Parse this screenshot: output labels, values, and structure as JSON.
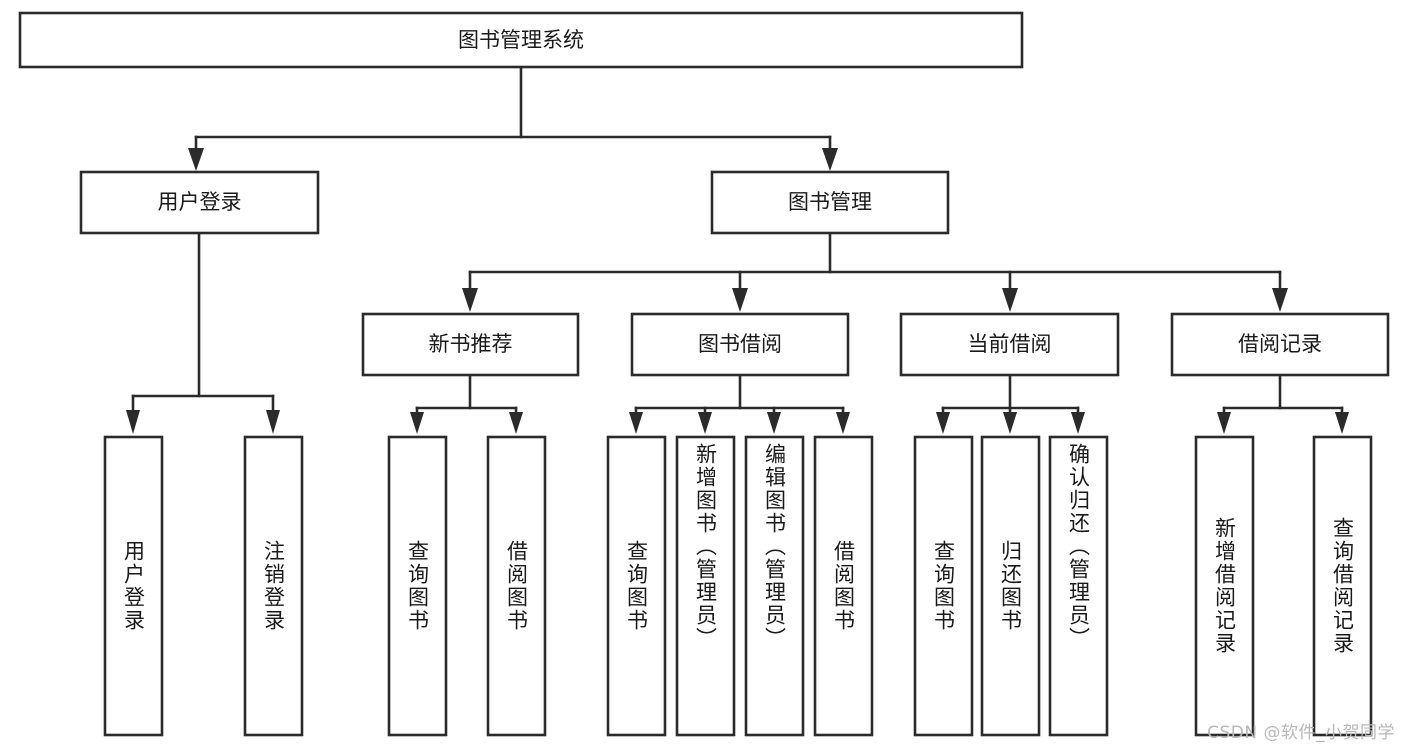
{
  "diagram": {
    "type": "tree",
    "title": "图书管理系统",
    "orientation": "top-down",
    "edge_style": "orthogonal-arrow",
    "colors": {
      "box_fill": "#ffffff",
      "box_stroke": "#2b2b2b",
      "text": "#1a1a1a",
      "background": "#ffffff",
      "watermark": "#b8b8b8"
    },
    "root": {
      "label": "图书管理系统"
    },
    "level2": [
      {
        "label": "用户登录"
      },
      {
        "label": "图书管理"
      }
    ],
    "level3": [
      {
        "label": "新书推荐"
      },
      {
        "label": "图书借阅"
      },
      {
        "label": "当前借阅"
      },
      {
        "label": "借阅记录"
      }
    ],
    "leaves": {
      "user_login": [
        {
          "label": "用户登录"
        },
        {
          "label": "注销登录"
        }
      ],
      "new_book_recommend": [
        {
          "label": "查询图书"
        },
        {
          "label": "借阅图书"
        }
      ],
      "book_borrow": [
        {
          "label": "查询图书"
        },
        {
          "label": "新增图书（管理员）"
        },
        {
          "label": "编辑图书（管理员）"
        },
        {
          "label": "借阅图书"
        }
      ],
      "current_borrow": [
        {
          "label": "查询图书"
        },
        {
          "label": "归还图书"
        },
        {
          "label": "确认归还（管理员）"
        }
      ],
      "borrow_record": [
        {
          "label": "新增借阅记录"
        },
        {
          "label": "查询借阅记录"
        }
      ]
    }
  },
  "watermark": {
    "text": "CSDN @软件_小贺同学"
  }
}
